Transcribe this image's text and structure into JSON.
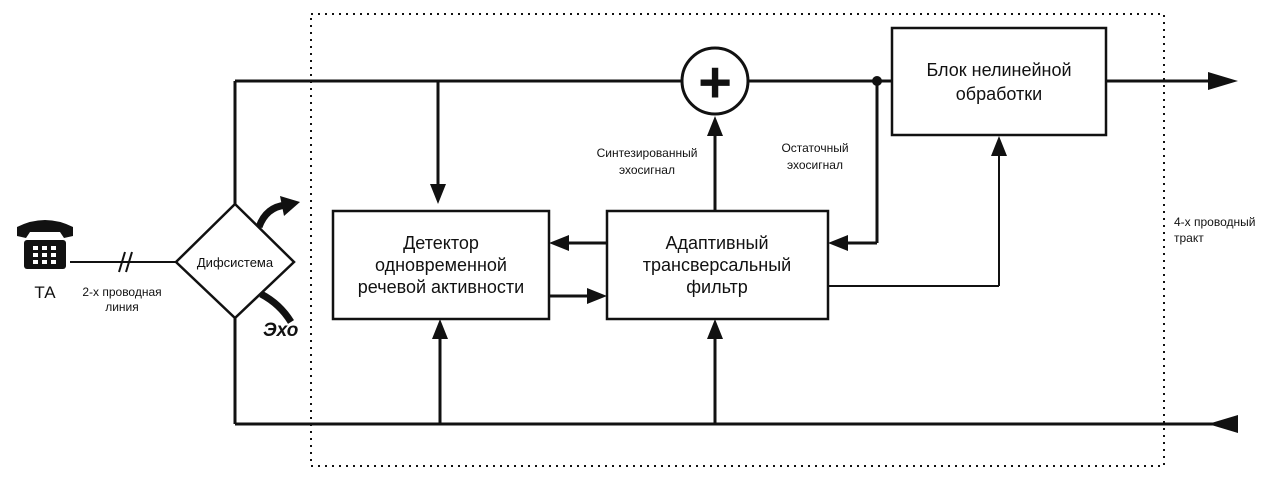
{
  "phone": {
    "label": "ТА"
  },
  "line_2wire": {
    "line1": "2-х проводная",
    "line2": "линия"
  },
  "hybrid": {
    "label": "Дифсистема"
  },
  "echo": {
    "label": "Эхо"
  },
  "detector": {
    "line1": "Детектор",
    "line2": "одновременной",
    "line3": "речевой активности"
  },
  "filter": {
    "line1": "Адаптивный",
    "line2": "трансверсальный",
    "line3": "фильтр"
  },
  "nlp": {
    "line1": "Блок нелинейной",
    "line2": "обработки"
  },
  "synth_echo": {
    "line1": "Синтезированный",
    "line2": "эхосигнал"
  },
  "residual_echo": {
    "line1": "Остаточный",
    "line2": "эхосигнал"
  },
  "path_4wire": {
    "line1": "4-х проводный",
    "line2": "тракт"
  },
  "adder": {
    "symbol": "+"
  }
}
